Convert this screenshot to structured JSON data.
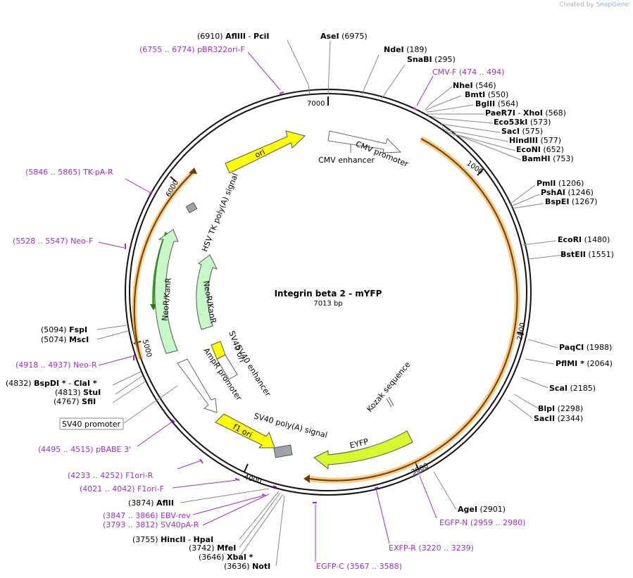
{
  "credit": {
    "prefix": "Created by",
    "brand": "SnapGene"
  },
  "plasmid": {
    "name": "Integrin beta 2 - mYFP",
    "length": "7013 bp"
  },
  "ticks": [
    "1000",
    "2000",
    "3000",
    "4000",
    "5000",
    "6000",
    "7000"
  ],
  "features": [
    "ori",
    "CMV enhancer",
    "CMV promoter",
    "HSV TK poly(A) signal",
    "NeoR/KanR",
    "NeoR/KanR",
    "SV40 ori",
    "SV40 enhancer",
    "AmpR promoter",
    "f1 ori",
    "SV40 poly(A) signal",
    "EYFP",
    "Kozak sequence",
    "SV40 promoter"
  ],
  "sites_top": [
    {
      "pos": "(6910)",
      "name": "AflIII",
      "sep": "-",
      "name2": "PciI"
    },
    {
      "name": "AseI",
      "pos": "(6975)"
    },
    {
      "name": "NdeI",
      "pos": "(189)"
    },
    {
      "name": "SnaBI",
      "pos": "(295)"
    }
  ],
  "sites_right": [
    {
      "name": "NheI",
      "pos": "(546)"
    },
    {
      "name": "BmtI",
      "pos": "(550)"
    },
    {
      "name": "BglII",
      "pos": "(564)"
    },
    {
      "name": "PaeR7I",
      "sep": "-",
      "name2": "XhoI",
      "pos": "(568)"
    },
    {
      "name": "Eco53kI",
      "pos": "(573)"
    },
    {
      "name": "SacI",
      "pos": "(575)"
    },
    {
      "name": "HindIII",
      "pos": "(577)"
    },
    {
      "name": "EcoNI",
      "pos": "(652)"
    },
    {
      "name": "BamHI",
      "pos": "(753)"
    },
    {
      "name": "PmlI",
      "pos": "(1206)"
    },
    {
      "name": "PshAI",
      "pos": "(1246)"
    },
    {
      "name": "BspEI",
      "pos": "(1267)"
    },
    {
      "name": "EcoRI",
      "pos": "(1480)"
    },
    {
      "name": "BstEII",
      "pos": "(1551)"
    },
    {
      "name": "PaqCI",
      "pos": "(1988)"
    },
    {
      "name": "PflMI *",
      "pos": "(2064)"
    },
    {
      "name": "ScaI",
      "pos": "(2185)"
    },
    {
      "name": "BlpI",
      "pos": "(2298)"
    },
    {
      "name": "SacII",
      "pos": "(2344)"
    },
    {
      "name": "AgeI",
      "pos": "(2901)"
    }
  ],
  "sites_left": [
    {
      "pos": "(5094)",
      "name": "FspI"
    },
    {
      "pos": "(5074)",
      "name": "MscI"
    },
    {
      "pos": "(4832)",
      "name": "BspDI *",
      "sep": "-",
      "name2": "ClaI *"
    },
    {
      "pos": "(4813)",
      "name": "StuI"
    },
    {
      "pos": "(4767)",
      "name": "SfiI"
    }
  ],
  "sites_bottom": [
    {
      "pos": "(3874)",
      "name": "AflII"
    },
    {
      "pos": "(3755)",
      "name": "HincII",
      "sep": "-",
      "name2": "HpaI"
    },
    {
      "pos": "(3742)",
      "name": "MfeI"
    },
    {
      "pos": "(3646)",
      "name": "XbaI *"
    },
    {
      "pos": "(3636)",
      "name": "NotI"
    }
  ],
  "primers": [
    {
      "pos": "(6755 .. 6774)",
      "name": "pBR322ori-F"
    },
    {
      "name": "CMV-F",
      "pos": "(474 .. 494)"
    },
    {
      "pos": "(5846 .. 5865)",
      "name": "TK-pA-R"
    },
    {
      "pos": "(5528 .. 5547)",
      "name": "Neo-F"
    },
    {
      "pos": "(4918 .. 4937)",
      "name": "Neo-R"
    },
    {
      "pos": "(4495 .. 4515)",
      "name": "pBABE 3'"
    },
    {
      "pos": "(4233 .. 4252)",
      "name": "F1ori-R"
    },
    {
      "pos": "(4021 .. 4042)",
      "name": "F1ori-F"
    },
    {
      "pos": "(3847 .. 3866)",
      "name": "EBV-rev"
    },
    {
      "pos": "(3793 .. 3812)",
      "name": "SV40pA-R"
    },
    {
      "name": "EGFP-N",
      "pos": "(2959 .. 2980)"
    },
    {
      "name": "EXFP-R",
      "pos": "(3220 .. 3239)"
    },
    {
      "name": "EGFP-C",
      "pos": "(3567 .. 3588)"
    }
  ],
  "colors": {
    "backbone": "#111111",
    "ori": "#ffff00",
    "neo": "#c8f8c8",
    "eyfp": "#d8f830",
    "orf": "#f0a020",
    "primer": "#9b30c8",
    "gray": "#a0a4a8"
  }
}
